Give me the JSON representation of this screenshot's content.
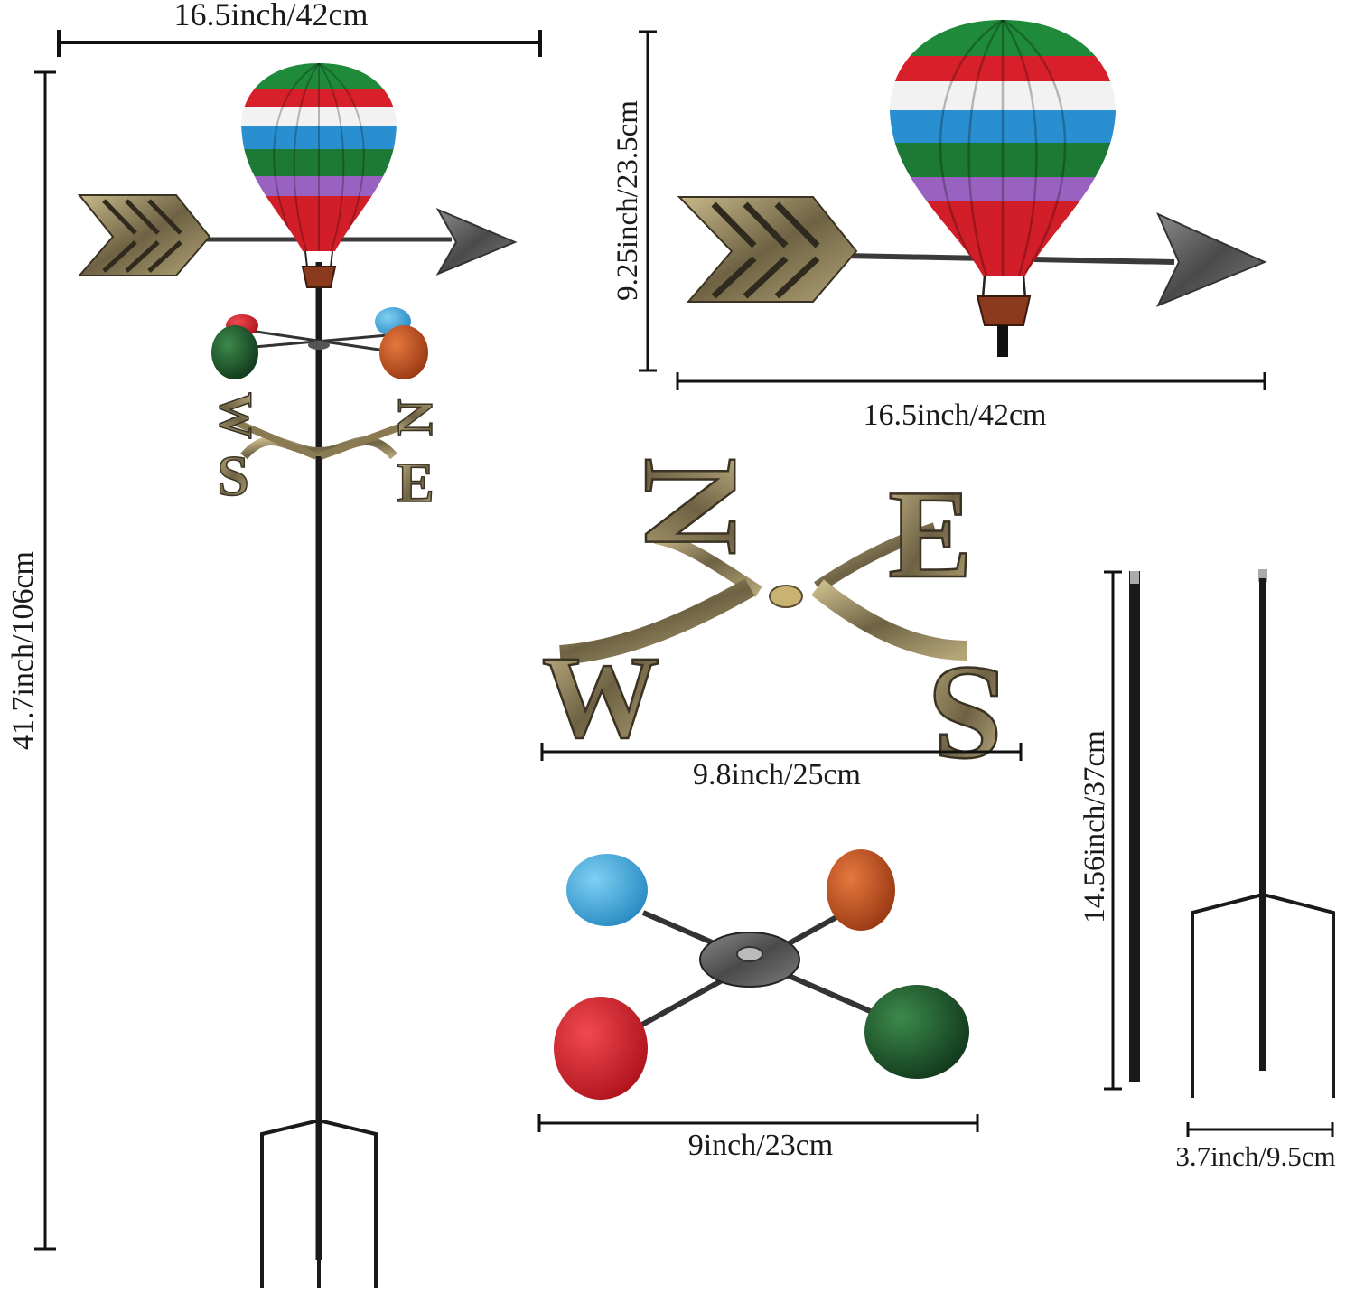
{
  "dimensions": {
    "full_width": "16.5inch/42cm",
    "full_height": "41.7inch/106cm",
    "arrow_height": "9.25inch/23.5cm",
    "arrow_width": "16.5inch/42cm",
    "compass_width": "9.8inch/25cm",
    "cups_width": "9inch/23cm",
    "pole_height": "14.56inch/37cm",
    "stake_width": "3.7inch/9.5cm"
  },
  "compass_letters": {
    "north": "N",
    "east": "E",
    "south": "S",
    "west": "W"
  },
  "colors": {
    "balloon_stripes": [
      "#1f8a3a",
      "#d8202a",
      "#f2f2f2",
      "#2a8fd0",
      "#1d7a34",
      "#9a62c0",
      "#d21e28"
    ],
    "cup_blue": "#3aa6d8",
    "cup_orange": "#c9521f",
    "cup_red": "#d31f2a",
    "cup_green": "#1f5a2c",
    "metal_bronze": "#8a7a52",
    "metal_dark": "#2b2b2b"
  }
}
